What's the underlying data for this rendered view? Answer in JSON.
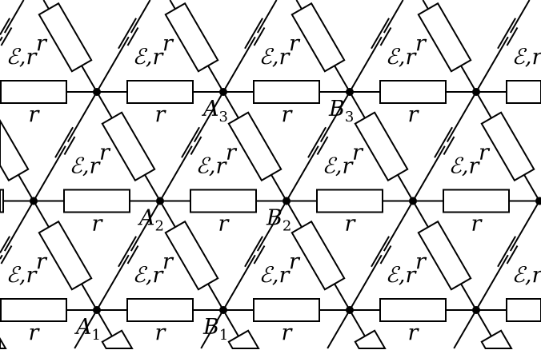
{
  "diagram": {
    "resistor_label": "r",
    "battery_label": "ℰ,r",
    "node_labels": {
      "A1": {
        "letter": "A",
        "sub": "1"
      },
      "B1": {
        "letter": "B",
        "sub": "1"
      },
      "A2": {
        "letter": "A",
        "sub": "2"
      },
      "B2": {
        "letter": "B",
        "sub": "2"
      },
      "A3": {
        "letter": "A",
        "sub": "3"
      },
      "B3": {
        "letter": "B",
        "sub": "3"
      }
    },
    "colors": {
      "stroke": "#000000",
      "fill": "#ffffff"
    }
  }
}
